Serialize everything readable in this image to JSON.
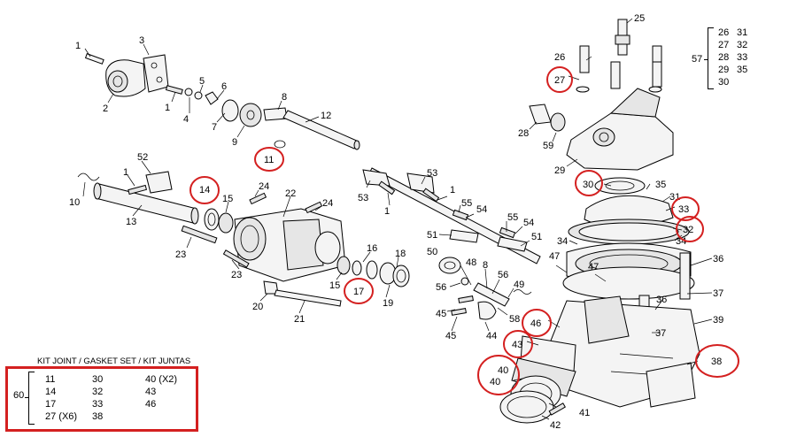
{
  "callouts": [
    {
      "id": "callout-1a",
      "text": "1"
    },
    {
      "id": "callout-2",
      "text": "2"
    },
    {
      "id": "callout-3",
      "text": "3"
    },
    {
      "id": "callout-1b",
      "text": "1"
    },
    {
      "id": "callout-4",
      "text": "4"
    },
    {
      "id": "callout-5",
      "text": "5"
    },
    {
      "id": "callout-6",
      "text": "6"
    },
    {
      "id": "callout-7",
      "text": "7"
    },
    {
      "id": "callout-8a",
      "text": "8"
    },
    {
      "id": "callout-9",
      "text": "9"
    },
    {
      "id": "callout-11",
      "text": "11"
    },
    {
      "id": "callout-12",
      "text": "12"
    },
    {
      "id": "callout-52",
      "text": "52"
    },
    {
      "id": "callout-1c",
      "text": "1"
    },
    {
      "id": "callout-10",
      "text": "10"
    },
    {
      "id": "callout-13",
      "text": "13"
    },
    {
      "id": "callout-14",
      "text": "14"
    },
    {
      "id": "callout-15a",
      "text": "15"
    },
    {
      "id": "callout-24a",
      "text": "24"
    },
    {
      "id": "callout-22",
      "text": "22"
    },
    {
      "id": "callout-24b",
      "text": "24"
    },
    {
      "id": "callout-23a",
      "text": "23"
    },
    {
      "id": "callout-23b",
      "text": "23"
    },
    {
      "id": "callout-20",
      "text": "20"
    },
    {
      "id": "callout-21",
      "text": "21"
    },
    {
      "id": "callout-16",
      "text": "16"
    },
    {
      "id": "callout-18",
      "text": "18"
    },
    {
      "id": "callout-15b",
      "text": "15"
    },
    {
      "id": "callout-17",
      "text": "17"
    },
    {
      "id": "callout-19",
      "text": "19"
    },
    {
      "id": "callout-53a",
      "text": "53"
    },
    {
      "id": "callout-53b",
      "text": "53"
    },
    {
      "id": "callout-1d",
      "text": "1"
    },
    {
      "id": "callout-1e",
      "text": "1"
    },
    {
      "id": "callout-55a",
      "text": "55"
    },
    {
      "id": "callout-54a",
      "text": "54"
    },
    {
      "id": "callout-51a",
      "text": "51"
    },
    {
      "id": "callout-55b",
      "text": "55"
    },
    {
      "id": "callout-54b",
      "text": "54"
    },
    {
      "id": "callout-51b",
      "text": "51"
    },
    {
      "id": "callout-50",
      "text": "50"
    },
    {
      "id": "callout-48",
      "text": "48"
    },
    {
      "id": "callout-56a",
      "text": "56"
    },
    {
      "id": "callout-8b",
      "text": "8"
    },
    {
      "id": "callout-56b",
      "text": "56"
    },
    {
      "id": "callout-49",
      "text": "49"
    },
    {
      "id": "callout-45a",
      "text": "45"
    },
    {
      "id": "callout-58",
      "text": "58"
    },
    {
      "id": "callout-45b",
      "text": "45"
    },
    {
      "id": "callout-44",
      "text": "44"
    },
    {
      "id": "callout-47a",
      "text": "47"
    },
    {
      "id": "callout-47b",
      "text": "47"
    },
    {
      "id": "callout-46",
      "text": "46"
    },
    {
      "id": "callout-43",
      "text": "43"
    },
    {
      "id": "callout-40a",
      "text": "40"
    },
    {
      "id": "callout-40b",
      "text": "40"
    },
    {
      "id": "callout-42",
      "text": "42"
    },
    {
      "id": "callout-41",
      "text": "41"
    },
    {
      "id": "callout-25",
      "text": "25"
    },
    {
      "id": "callout-26",
      "text": "26"
    },
    {
      "id": "callout-27",
      "text": "27"
    },
    {
      "id": "callout-28",
      "text": "28"
    },
    {
      "id": "callout-59",
      "text": "59"
    },
    {
      "id": "callout-29",
      "text": "29"
    },
    {
      "id": "callout-30",
      "text": "30"
    },
    {
      "id": "callout-35",
      "text": "35"
    },
    {
      "id": "callout-31",
      "text": "31"
    },
    {
      "id": "callout-33",
      "text": "33"
    },
    {
      "id": "callout-32",
      "text": "32"
    },
    {
      "id": "callout-34a",
      "text": "34"
    },
    {
      "id": "callout-34b",
      "text": "34"
    },
    {
      "id": "callout-36a",
      "text": "36"
    },
    {
      "id": "callout-37a",
      "text": "37"
    },
    {
      "id": "callout-36b",
      "text": "36"
    },
    {
      "id": "callout-39",
      "text": "39"
    },
    {
      "id": "callout-37b",
      "text": "37"
    },
    {
      "id": "callout-38",
      "text": "38"
    }
  ],
  "kit57": {
    "number": "57",
    "col1": [
      "26",
      "27",
      "28",
      "29",
      "30"
    ],
    "col2": [
      "31",
      "32",
      "33",
      "35"
    ]
  },
  "kit60": {
    "number": "60",
    "title": "KIT JOINT / GASKET SET / KIT JUNTAS",
    "col1": [
      "11",
      "14",
      "17",
      "27 (X6)"
    ],
    "col2": [
      "30",
      "32",
      "33",
      "38"
    ],
    "col3": [
      "40 (X2)",
      "43",
      "46"
    ]
  },
  "colors": {
    "highlight": "#d42020",
    "line": "#000000",
    "part_fill": "#f4f4f4"
  }
}
